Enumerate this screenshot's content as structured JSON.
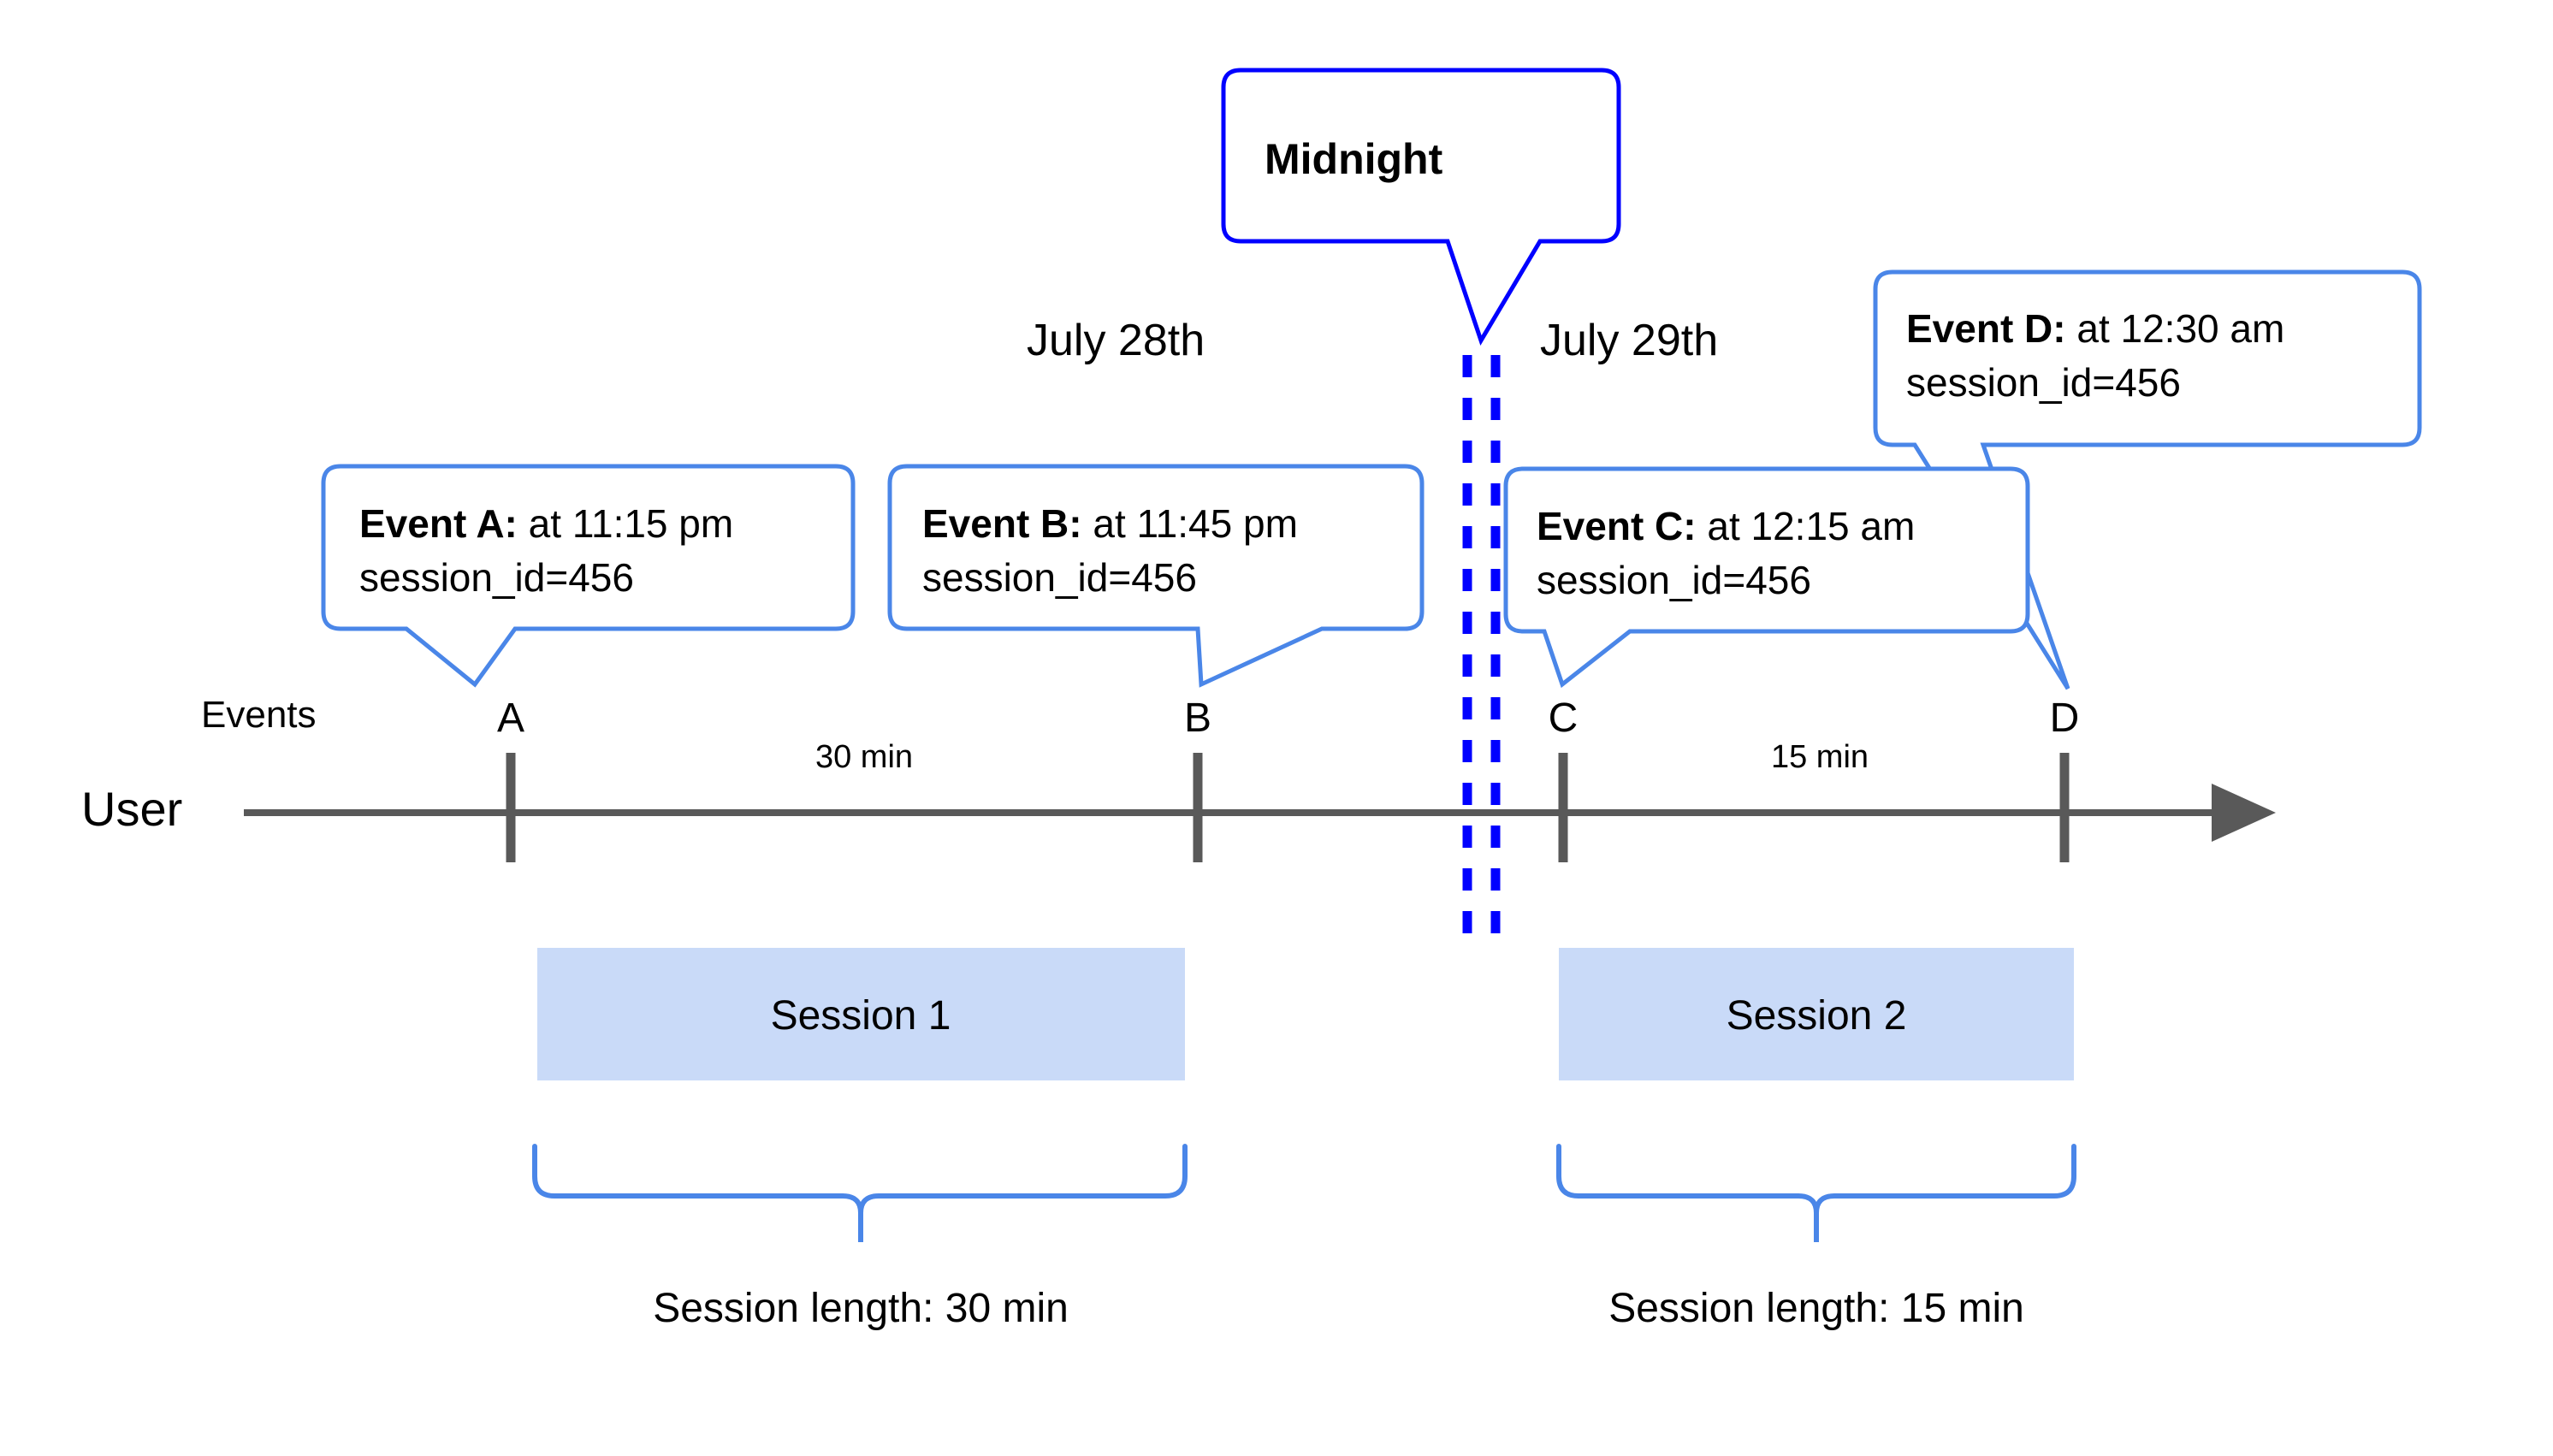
{
  "diagram": {
    "title_annotation": "Midnight",
    "axis": {
      "row_label": "User",
      "events_label": "Events",
      "line_color": "#595959",
      "marker_color": "#595959"
    },
    "dates": [
      {
        "label": "July 28th"
      },
      {
        "label": "July 29th"
      }
    ],
    "midnight": {
      "label": "Midnight",
      "line_color": "#0000FF",
      "style": "dashed-double"
    },
    "events": [
      {
        "marker": "A",
        "bold_label": "Event A:",
        "detail": " at 11:15 pm",
        "session_line": "session_id=456"
      },
      {
        "marker": "B",
        "bold_label": "Event B:",
        "detail": " at 11:45 pm",
        "session_line": "session_id=456"
      },
      {
        "marker": "C",
        "bold_label": "Event C:",
        "detail": " at 12:15 am",
        "session_line": "session_id=456"
      },
      {
        "marker": "D",
        "bold_label": "Event D:",
        "detail": " at 12:30 am",
        "session_line": "session_id=456"
      }
    ],
    "gaps": [
      {
        "label": "30 min"
      },
      {
        "label": "15 min"
      }
    ],
    "sessions": [
      {
        "bar_label": "Session 1",
        "length_label": "Session length: 30 min",
        "bar_color": "#c9daf8",
        "brace_color": "#4a86e8"
      },
      {
        "bar_label": "Session 2",
        "length_label": "Session length: 15 min",
        "bar_color": "#c9daf8",
        "brace_color": "#4a86e8"
      }
    ],
    "colors": {
      "callout_border": "#4a86e8",
      "midnight_border": "#0000FF",
      "session_fill": "#c9daf8",
      "axis": "#595959",
      "text": "#000000",
      "background": "#ffffff"
    }
  }
}
